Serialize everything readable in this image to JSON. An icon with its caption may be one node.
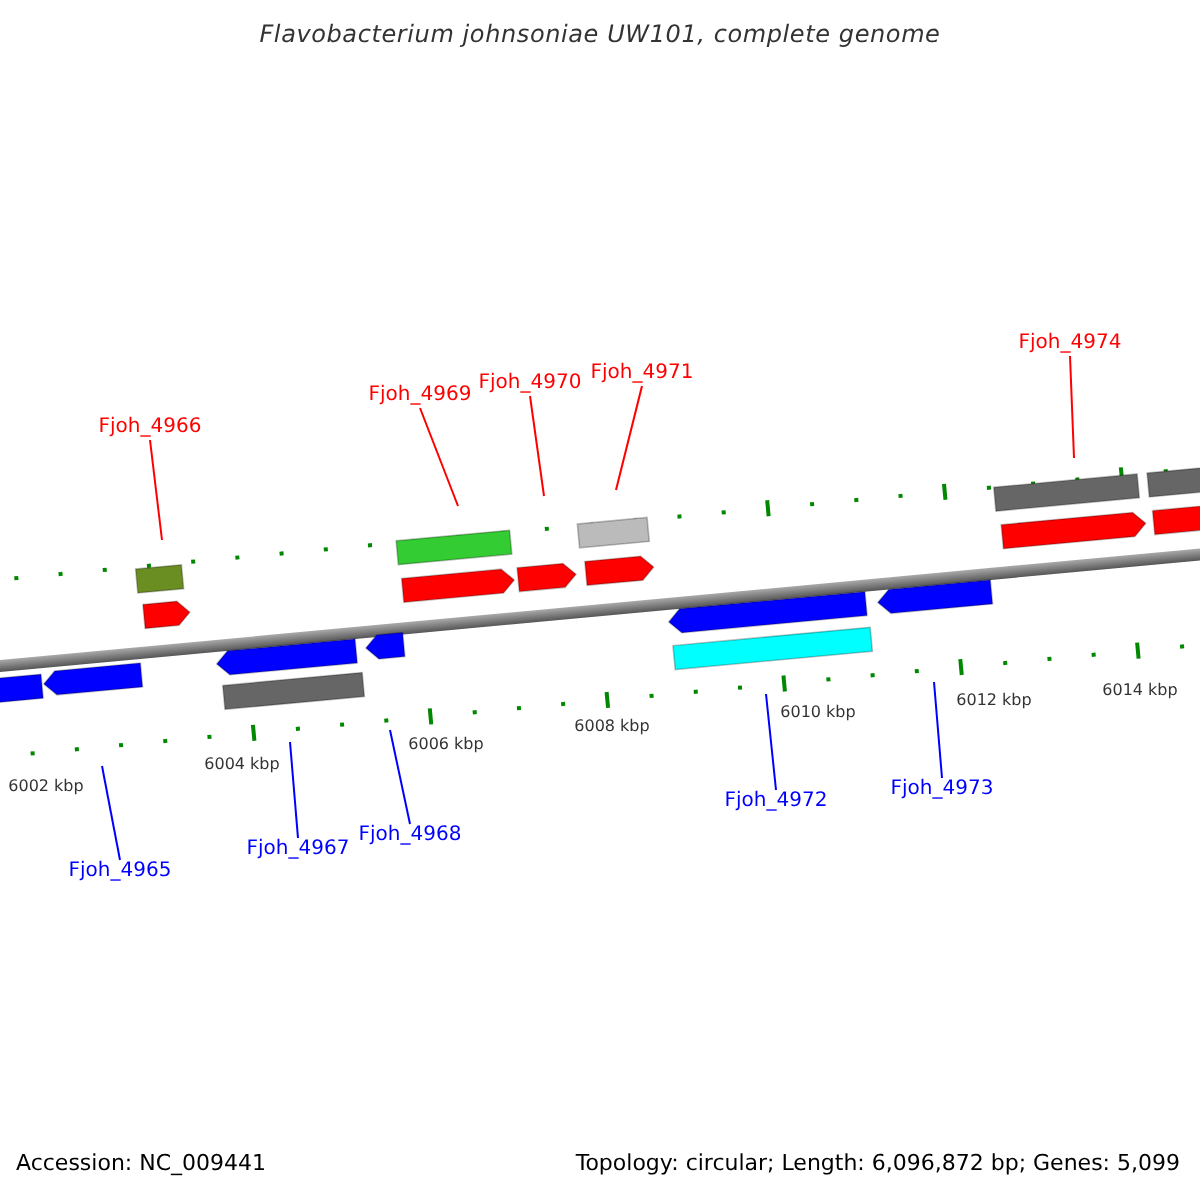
{
  "diagram": {
    "title": "Flavobacterium johnsoniae UW101, complete genome",
    "nodes": [
      {
        "text": [
          "Fjoh_4966"
        ]
      },
      {
        "text": [
          "Fjoh_4969"
        ]
      },
      {
        "text": [
          "Fjoh_4970"
        ]
      },
      {
        "text": [
          "Fjoh_4971"
        ]
      },
      {
        "text": [
          "Fjoh_4974"
        ]
      },
      {
        "text": [
          "Fjoh_4965"
        ]
      },
      {
        "text": [
          "Fjoh_4967"
        ]
      },
      {
        "text": [
          "Fjoh_4968"
        ]
      },
      {
        "text": [
          "Fjoh_4972"
        ]
      },
      {
        "text": [
          "Fjoh_4973"
        ]
      }
    ],
    "edges": [
      {
        "from": 0,
        "to": null,
        "arrow": "none"
      },
      {
        "from": 1,
        "to": null,
        "arrow": "none"
      },
      {
        "from": 2,
        "to": null,
        "arrow": "none"
      },
      {
        "from": 3,
        "to": null,
        "arrow": "none"
      },
      {
        "from": 4,
        "to": null,
        "arrow": "none"
      },
      {
        "from": 5,
        "to": null,
        "arrow": "none",
        "color": "#0000ff"
      },
      {
        "from": 6,
        "to": null,
        "arrow": "none",
        "color": "#0000ff"
      },
      {
        "from": 7,
        "to": null,
        "arrow": "none",
        "color": "#0000ff"
      },
      {
        "from": 8,
        "to": null,
        "arrow": "none",
        "color": "#0000ff"
      },
      {
        "from": 9,
        "to": null,
        "arrow": "none",
        "color": "#0000ff"
      }
    ],
    "labels": [
      "6002 kbp",
      "6004 kbp",
      "6006 kbp",
      "6008 kbp",
      "6010 kbp",
      "6012 kbp",
      "6014 kbp",
      "Accession: NC_009441",
      "Topology: circular; Length: 6,096,872 bp; Genes: 5,099"
    ]
  }
}
